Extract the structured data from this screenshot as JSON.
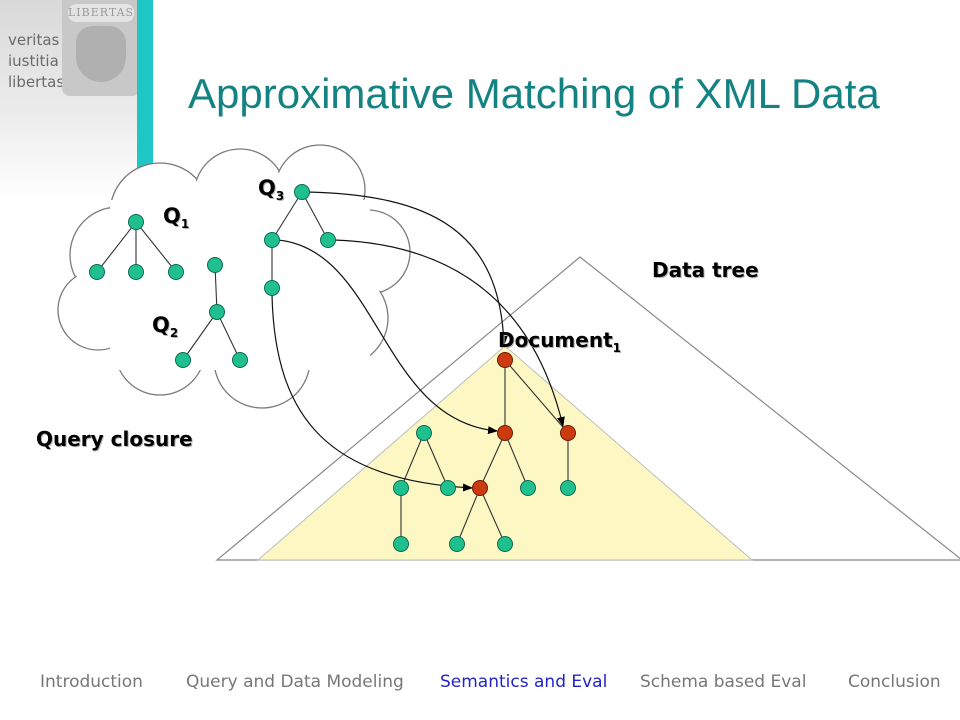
{
  "title": "Approximative Matching of XML Data",
  "logo": {
    "motto": [
      "veritas",
      "iustitia",
      "libertas"
    ],
    "seal_text": "LIBERTAS"
  },
  "labels": {
    "q1": "Q",
    "q1_sub": "1",
    "q2": "Q",
    "q2_sub": "2",
    "q3": "Q",
    "q3_sub": "3",
    "data_tree": "Data tree",
    "document": "Document",
    "document_sub": "1",
    "query_closure": "Query closure"
  },
  "nav": {
    "items": [
      "Introduction",
      "Query and Data Modeling",
      "Semantics and Eval",
      "Schema based Eval",
      "Conclusion"
    ],
    "active_index": 2,
    "active_color": "#2323c8",
    "inactive_color": "#777777"
  },
  "colors": {
    "query_node": "#1fbf8f",
    "document_node": "#cc3a10",
    "document_fill": "#fdf7c3",
    "accent": "#1fc6c6",
    "title": "#128282"
  }
}
